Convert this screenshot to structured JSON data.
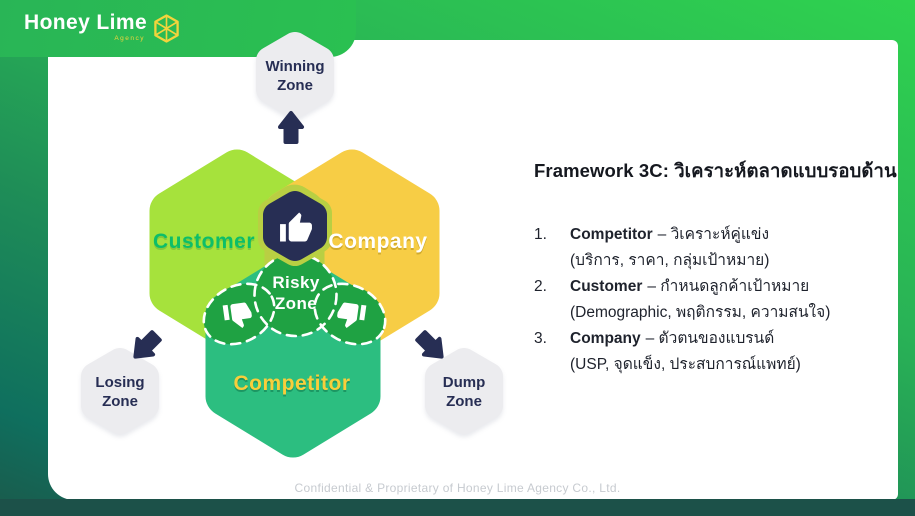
{
  "colors": {
    "lime": "#A6E23C",
    "yellow": "#F7CD45",
    "olive": "#B9CF43",
    "emerald": "#2CBE80",
    "blob_green": "#1FA243",
    "navy": "#272E54",
    "hex_gray": "#ECECEF",
    "white": "#FFFFFF",
    "customer_text": "#0CBE69",
    "company_text": "#FFFFFF",
    "competitor_text": "#F8CE3B",
    "logo_gold": "#F3D43C",
    "bar_teal": "#1C5149"
  },
  "logo": {
    "brand": "Honey Lime",
    "sub": "Agency"
  },
  "icons": {
    "brand": "hexagon-citrus-icon",
    "center": "thumbs-up-icon",
    "overlaps": "thumbs-down-icon",
    "up": "arrow-up-icon",
    "down_left": "arrow-down-left-icon",
    "down_right": "arrow-down-right-icon"
  },
  "diagram": {
    "customer": "Customer",
    "company": "Company",
    "competitor": "Competitor",
    "risky": {
      "l1": "Risky",
      "l2": "Zone"
    },
    "winning": {
      "l1": "Winning",
      "l2": "Zone"
    },
    "losing": {
      "l1": "Losing",
      "l2": "Zone"
    },
    "dump": {
      "l1": "Dump",
      "l2": "Zone"
    }
  },
  "panel": {
    "title": "Framework 3C: วิเคราะห์ตลาดแบบรอบด้าน",
    "items": [
      {
        "num": "1.",
        "name": "Competitor",
        "desc": "– วิเคราะห์คู่แข่ง",
        "detail": "(บริการ, ราคา, กลุ่มเป้าหมาย)"
      },
      {
        "num": "2.",
        "name": "Customer",
        "desc": "– กำหนดลูกค้าเป้าหมาย",
        "detail": "(Demographic, พฤติกรรม, ความสนใจ)"
      },
      {
        "num": "3.",
        "name": "Company",
        "desc": "– ตัวตนของแบรนด์",
        "detail": "(USP, จุดแข็ง, ประสบการณ์แพทย์)"
      }
    ]
  },
  "footer": "Confidential & Proprietary of Honey Lime Agency Co., Ltd."
}
